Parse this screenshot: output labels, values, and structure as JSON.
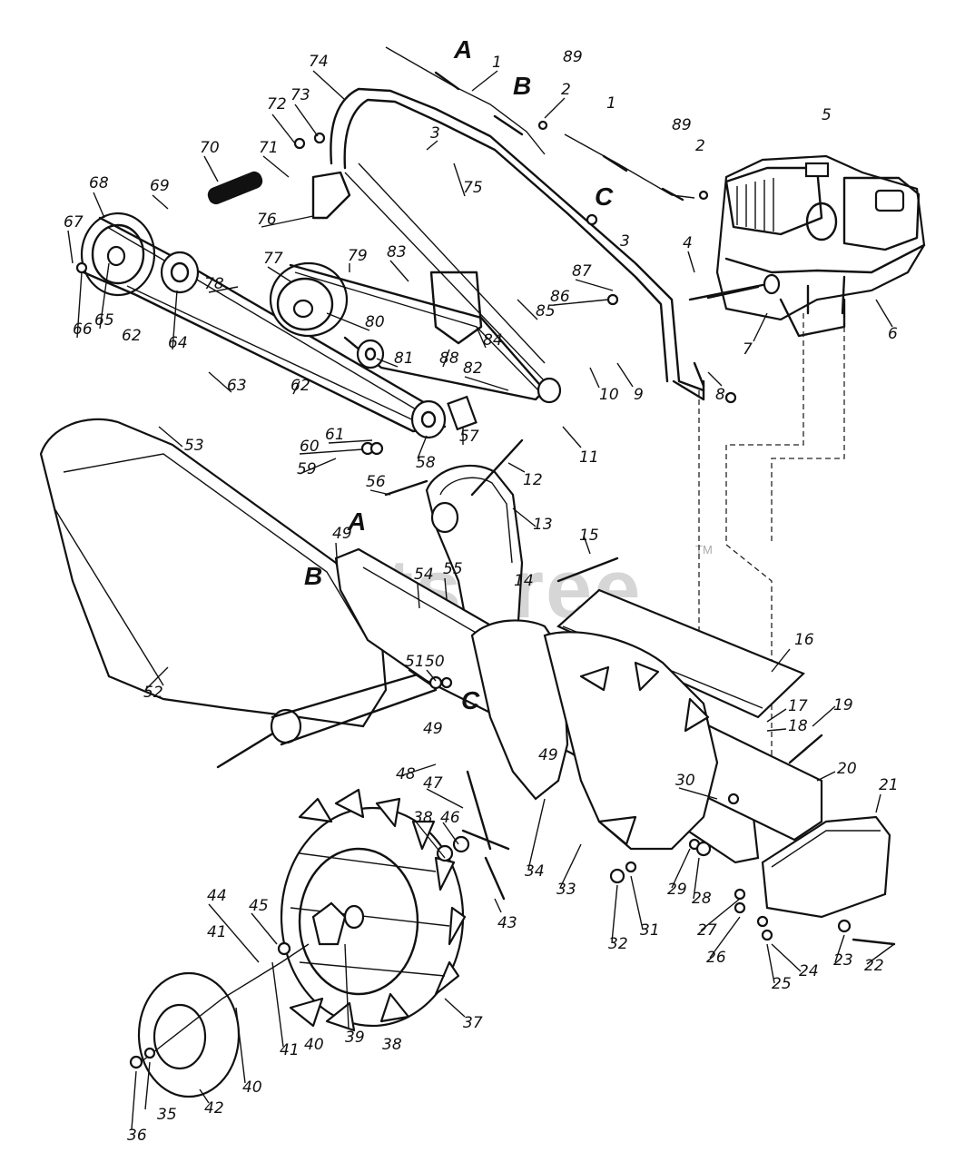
{
  "watermark": {
    "text": "PartsTree",
    "mark": "TM"
  },
  "callout_letters": [
    "A",
    "B",
    "C",
    "A",
    "B",
    "C"
  ],
  "part_numbers": [
    "1",
    "2",
    "3",
    "4",
    "5",
    "6",
    "7",
    "8",
    "9",
    "10",
    "11",
    "12",
    "13",
    "14",
    "15",
    "16",
    "17",
    "18",
    "19",
    "20",
    "21",
    "22",
    "23",
    "24",
    "25",
    "26",
    "27",
    "28",
    "29",
    "30",
    "31",
    "32",
    "33",
    "34",
    "35",
    "36",
    "37",
    "38",
    "39",
    "40",
    "41",
    "42",
    "43",
    "44",
    "45",
    "46",
    "47",
    "48",
    "49",
    "50",
    "51",
    "52",
    "53",
    "54",
    "55",
    "56",
    "57",
    "58",
    "59",
    "60",
    "61",
    "62",
    "63",
    "64",
    "65",
    "66",
    "67",
    "68",
    "69",
    "70",
    "71",
    "72",
    "73",
    "74",
    "75",
    "76",
    "77",
    "78",
    "79",
    "80",
    "81",
    "82",
    "83",
    "84",
    "85",
    "86",
    "87",
    "88",
    "89",
    "1",
    "2",
    "3",
    "89",
    "38",
    "41",
    "40",
    "49",
    "49",
    "62"
  ]
}
